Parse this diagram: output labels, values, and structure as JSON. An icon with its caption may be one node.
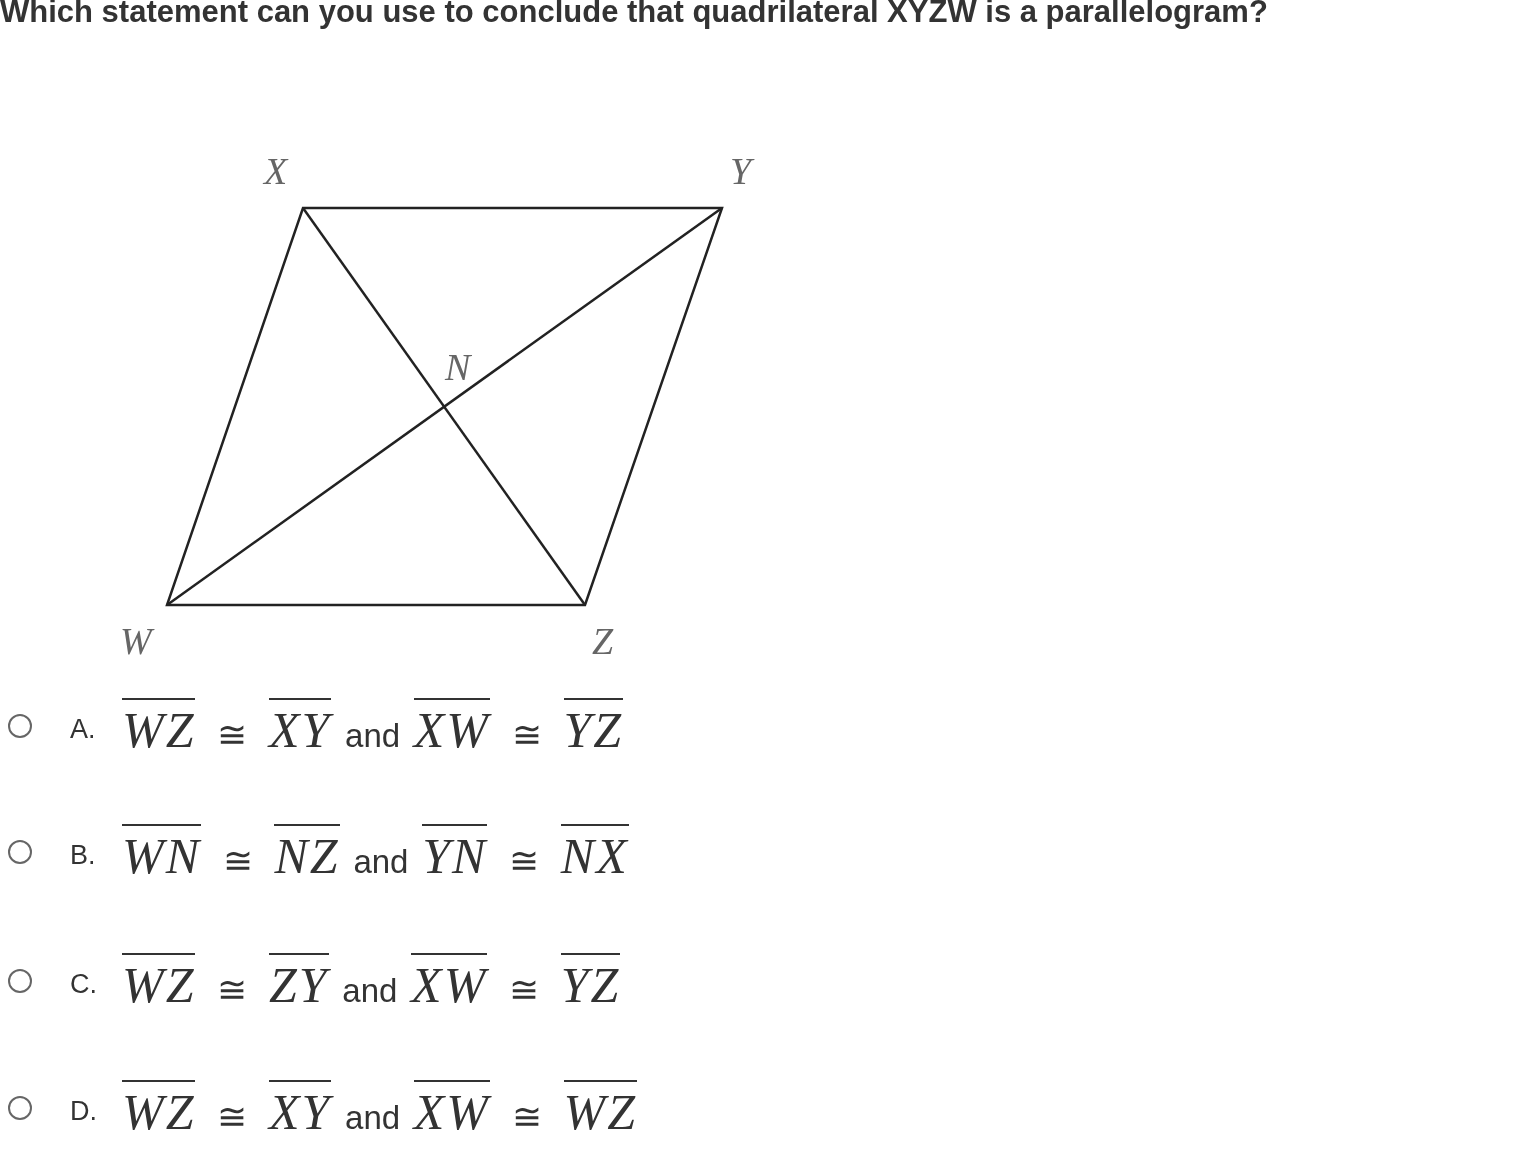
{
  "diagram": {
    "title": "Which statement can you use to conclude that quadrilateral XYZW is a parallelogram?",
    "labels": [
      "X",
      "Y",
      "N",
      "W",
      "Z",
      "A.",
      "WZ ≅ XY and XW ≅ YZ",
      "B.",
      "WN ≅ NZ and YN ≅ NX",
      "C.",
      "WZ ≅ ZY and XW ≅ YZ",
      "D.",
      "WZ ≅ XY and XW ≅ WZ"
    ]
  }
}
